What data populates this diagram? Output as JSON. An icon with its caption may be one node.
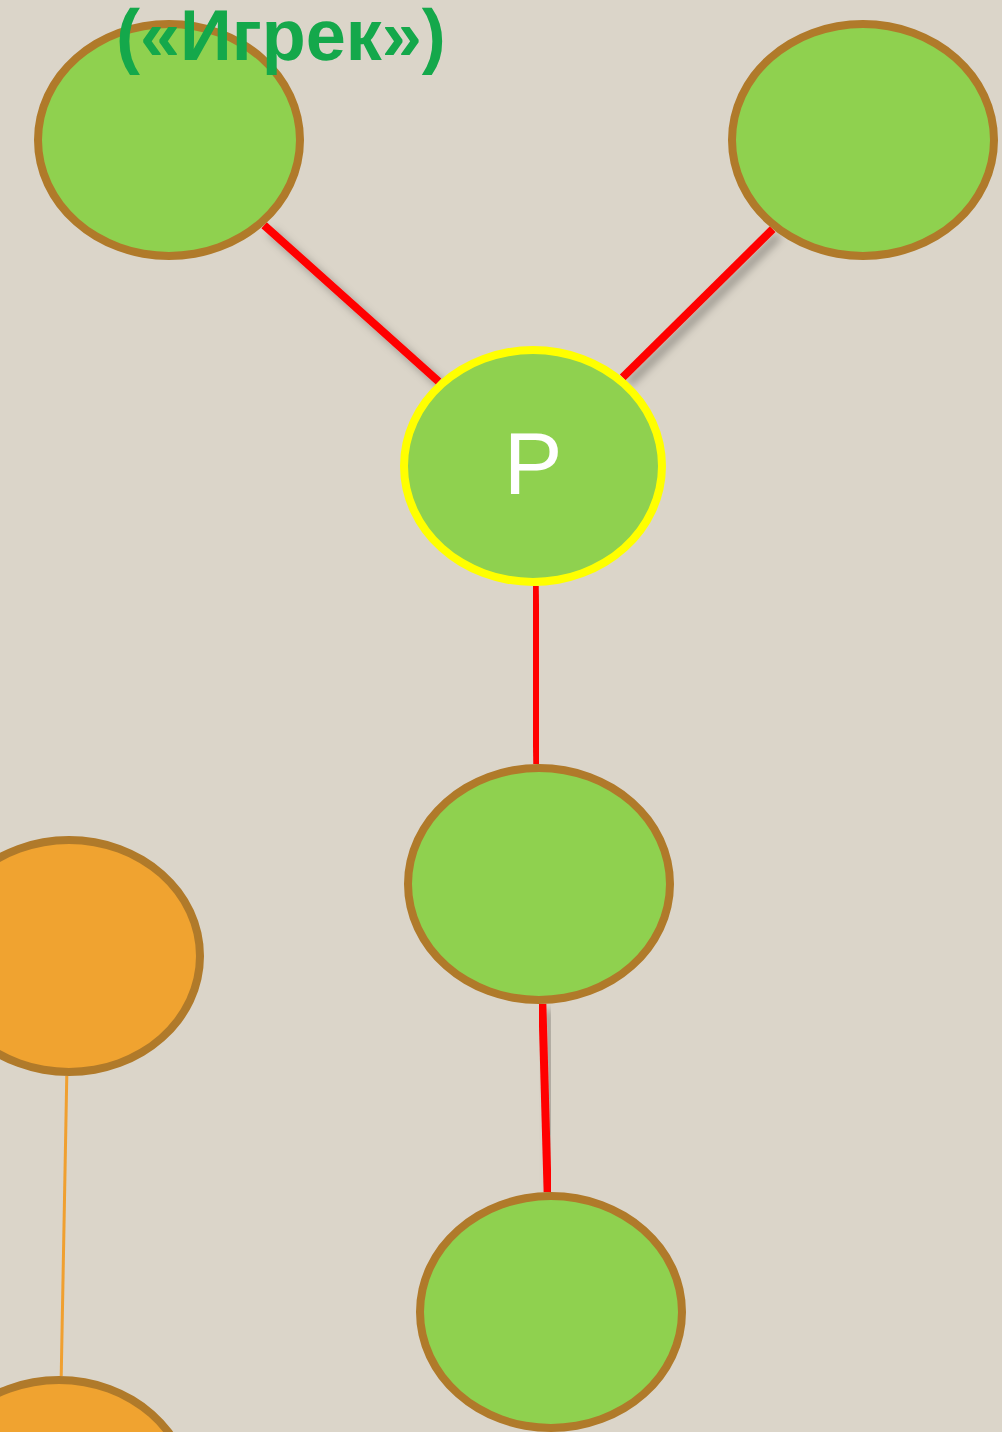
{
  "diagram": {
    "nodes": [
      {
        "text": [],
        "shape": "circle"
      },
      {
        "text": [],
        "shape": "circle"
      },
      {
        "text": [
          "P"
        ]
      },
      {
        "text": [],
        "shape": "circle"
      },
      {
        "text": [],
        "shape": "circle"
      },
      {
        "text": [],
        "shape": "circle"
      },
      {
        "text": [],
        "shape": "circle"
      }
    ],
    "edges": [
      {
        "from": 0,
        "to": 2,
        "arrow": "none"
      },
      {
        "from": 1,
        "to": 2,
        "arrow": "none"
      },
      {
        "from": 2,
        "to": 3,
        "arrow": "none"
      },
      {
        "from": 3,
        "to": 5,
        "arrow": "none"
      },
      {
        "from": 4,
        "to": 6,
        "arrow": "none",
        "color": "#f0a030"
      }
    ],
    "labels": [
      "(«Игрек»)"
    ]
  }
}
